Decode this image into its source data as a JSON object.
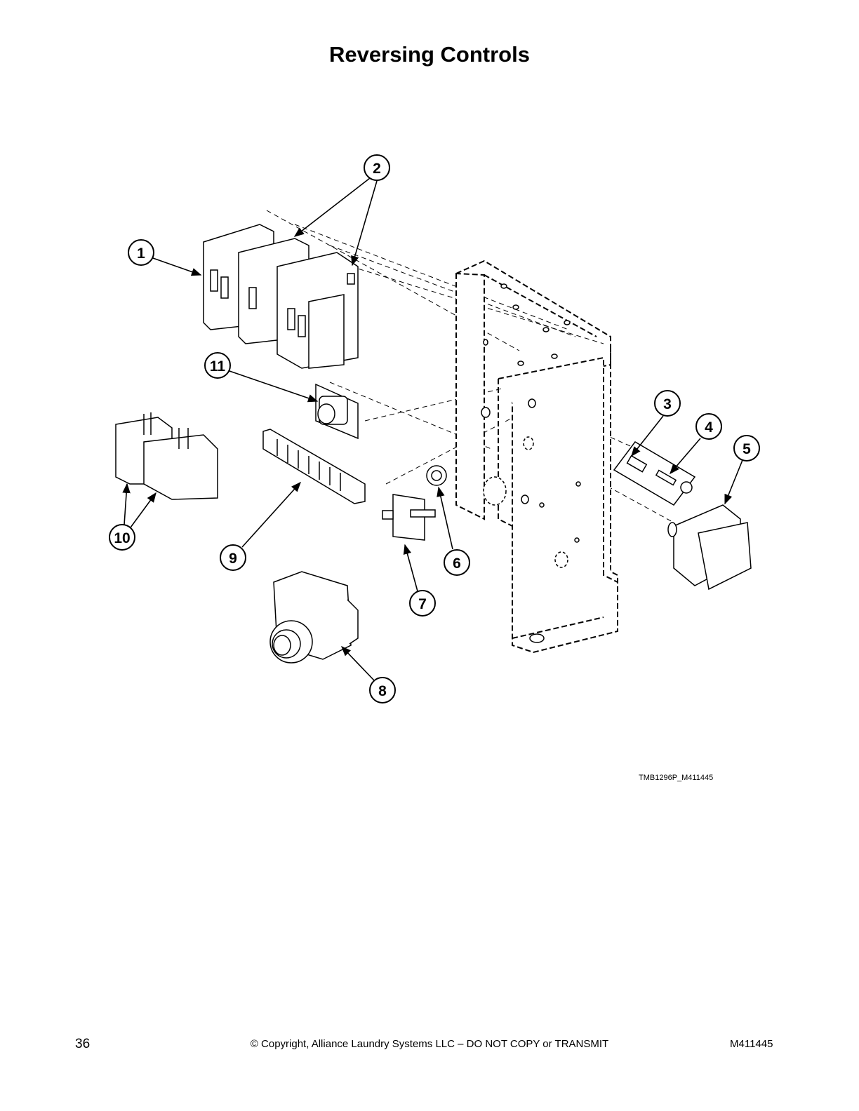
{
  "page": {
    "title": "Reversing Controls",
    "drawing_id": "TMB1296P_M411445",
    "page_number": "36",
    "copyright": "© Copyright, Alliance Laundry Systems LLC – DO NOT COPY or TRANSMIT",
    "doc_number": "M411445"
  },
  "callouts": {
    "c1": "1",
    "c2": "2",
    "c3": "3",
    "c4": "4",
    "c5": "5",
    "c6": "6",
    "c7": "7",
    "c8": "8",
    "c9": "9",
    "c10": "10",
    "c11": "11"
  }
}
